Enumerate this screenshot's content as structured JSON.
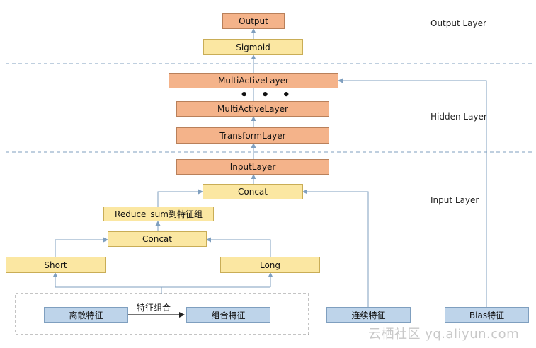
{
  "layer_labels": {
    "output": "Output Layer",
    "hidden": "Hidden Layer",
    "input": "Input Layer"
  },
  "nodes": {
    "output": "Output",
    "sigmoid": "Sigmoid",
    "multi_active_top": "MultiActiveLayer",
    "ellipsis": "• • •",
    "multi_active_bottom": "MultiActiveLayer",
    "transform": "TransformLayer",
    "input_layer": "InputLayer",
    "concat_top": "Concat",
    "reduce_sum": "Reduce_sum到特征组",
    "concat_mid": "Concat",
    "short": "Short",
    "long": "Long",
    "discrete": "离散特征",
    "combined": "组合特征",
    "continuous": "连续特征",
    "bias": "Bias特征"
  },
  "edge_labels": {
    "feature_combination": "特征组合"
  },
  "watermark": "云栖社区 yq.aliyun.com",
  "colors": {
    "orange_node": "#f4b38a",
    "yellow_node": "#fbe7a2",
    "blue_node": "#bed4ea",
    "connector": "#7f9fbf",
    "divider": "#7f9fbf"
  }
}
